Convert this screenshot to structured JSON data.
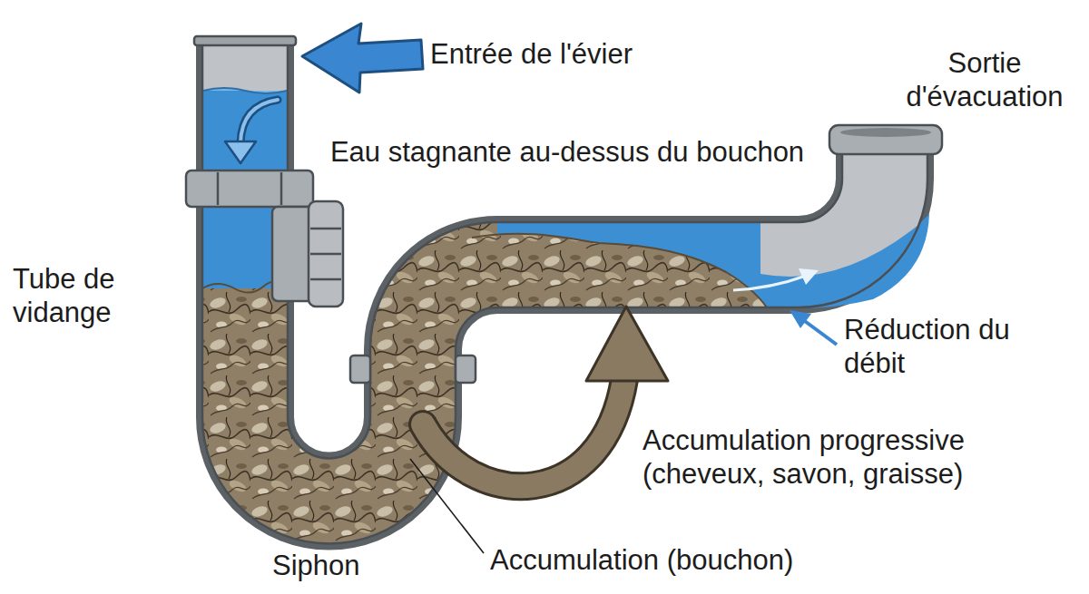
{
  "diagram": {
    "labels": [
      "Entrée de l'évier",
      "Sortie d'évacuation",
      "Eau stagnante au-dessus du bouchon",
      "Tube de vidange",
      "Réduction du débit",
      "Accumulation progressive (cheveux, savon, graisse)",
      "Siphon",
      "Accumulation (bouchon)"
    ]
  }
}
